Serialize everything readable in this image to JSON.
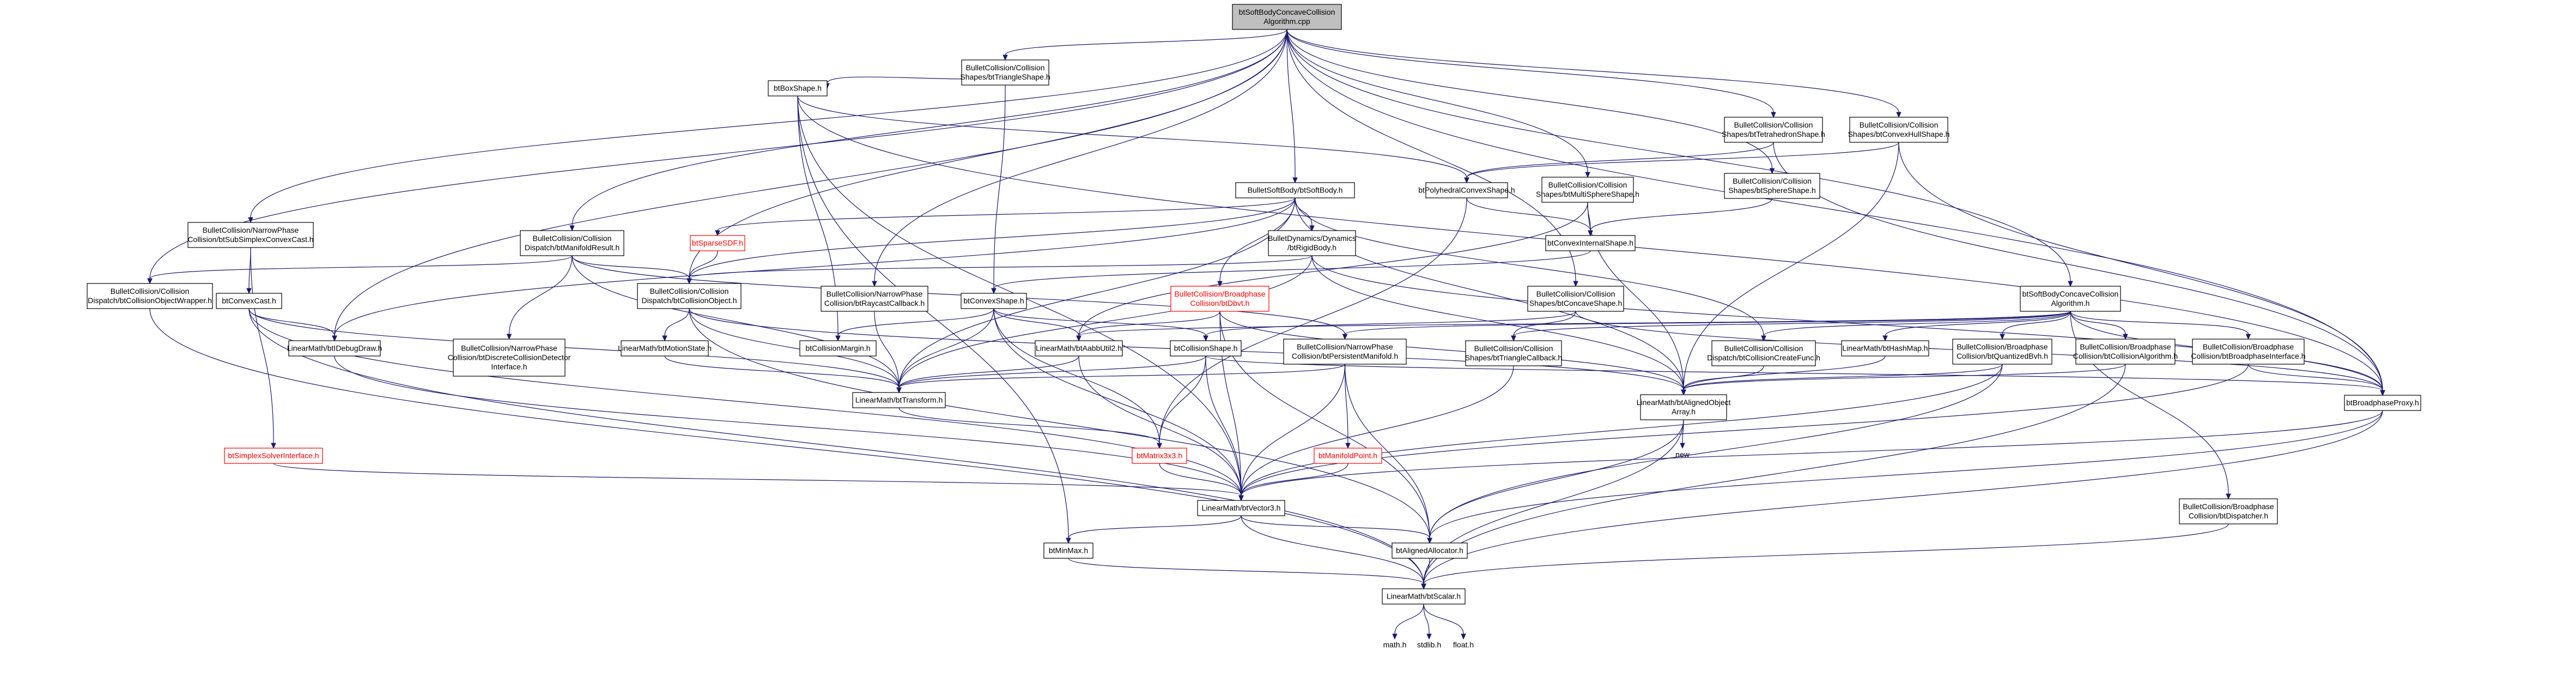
{
  "colors": {
    "edge": "#191970",
    "root_fill": "#bfbfbf",
    "missing_border": "#ff0000",
    "node_border": "#000000",
    "background": "#ffffff"
  },
  "nodes": [
    {
      "id": "root",
      "lines": [
        "btSoftBodyConcaveCollision",
        "Algorithm.cpp"
      ],
      "kind": "root"
    },
    {
      "id": "triShape",
      "lines": [
        "BulletCollision/Collision",
        "Shapes/btTriangleShape.h"
      ]
    },
    {
      "id": "boxShape",
      "lines": [
        "btBoxShape.h"
      ]
    },
    {
      "id": "softBody",
      "lines": [
        "BulletSoftBody/btSoftBody.h"
      ]
    },
    {
      "id": "polyConvex",
      "lines": [
        "btPolyhedralConvexShape.h"
      ]
    },
    {
      "id": "multiSphere",
      "lines": [
        "BulletCollision/Collision",
        "Shapes/btMultiSphereShape.h"
      ]
    },
    {
      "id": "tetra",
      "lines": [
        "BulletCollision/Collision",
        "Shapes/btTetrahedronShape.h"
      ]
    },
    {
      "id": "convexHull",
      "lines": [
        "BulletCollision/Collision",
        "Shapes/btConvexHullShape.h"
      ]
    },
    {
      "id": "sphereShape",
      "lines": [
        "BulletCollision/Collision",
        "Shapes/btSphereShape.h"
      ]
    },
    {
      "id": "subSimplex",
      "lines": [
        "BulletCollision/NarrowPhase",
        "Collision/btSubSimplexConvexCast.h"
      ]
    },
    {
      "id": "manifoldResult",
      "lines": [
        "BulletCollision/Collision",
        "Dispatch/btManifoldResult.h"
      ]
    },
    {
      "id": "sparseSDF",
      "lines": [
        "btSparseSDF.h"
      ],
      "kind": "missing"
    },
    {
      "id": "rigidBody",
      "lines": [
        "BulletDynamics/Dynamics",
        "/btRigidBody.h"
      ]
    },
    {
      "id": "convexInternal",
      "lines": [
        "btConvexInternalShape.h"
      ]
    },
    {
      "id": "objWrapper",
      "lines": [
        "BulletCollision/Collision",
        "Dispatch/btCollisionObjectWrapper.h"
      ]
    },
    {
      "id": "convexCast",
      "lines": [
        "btConvexCast.h"
      ]
    },
    {
      "id": "collisionObject",
      "lines": [
        "BulletCollision/Collision",
        "Dispatch/btCollisionObject.h"
      ]
    },
    {
      "id": "raycastCb",
      "lines": [
        "BulletCollision/NarrowPhase",
        "Collision/btRaycastCallback.h"
      ]
    },
    {
      "id": "convexShape",
      "lines": [
        "btConvexShape.h"
      ]
    },
    {
      "id": "dbvt",
      "lines": [
        "BulletCollision/Broadphase",
        "Collision/btDbvt.h"
      ],
      "kind": "missing"
    },
    {
      "id": "concaveShape",
      "lines": [
        "BulletCollision/Collision",
        "Shapes/btConcaveShape.h"
      ]
    },
    {
      "id": "softBodyAlgoH",
      "lines": [
        "btSoftBodyConcaveCollision",
        "Algorithm.h"
      ]
    },
    {
      "id": "debugDraw",
      "lines": [
        "LinearMath/btIDebugDraw.h"
      ]
    },
    {
      "id": "discreteDetector",
      "lines": [
        "BulletCollision/NarrowPhase",
        "Collision/btDiscreteCollisionDetector",
        "Interface.h"
      ]
    },
    {
      "id": "motionState",
      "lines": [
        "LinearMath/btMotionState.h"
      ]
    },
    {
      "id": "collisionMargin",
      "lines": [
        "btCollisionMargin.h"
      ]
    },
    {
      "id": "aabbUtil",
      "lines": [
        "LinearMath/btAabbUtil2.h"
      ]
    },
    {
      "id": "collisionShape",
      "lines": [
        "btCollisionShape.h"
      ]
    },
    {
      "id": "persistentManifold",
      "lines": [
        "BulletCollision/NarrowPhase",
        "Collision/btPersistentManifold.h"
      ]
    },
    {
      "id": "triCallback",
      "lines": [
        "BulletCollision/Collision",
        "Shapes/btTriangleCallback.h"
      ]
    },
    {
      "id": "createFunc",
      "lines": [
        "BulletCollision/Collision",
        "Dispatch/btCollisionCreateFunc.h"
      ]
    },
    {
      "id": "hashMap",
      "lines": [
        "LinearMath/btHashMap.h"
      ]
    },
    {
      "id": "quantizedBvh",
      "lines": [
        "BulletCollision/Broadphase",
        "Collision/btQuantizedBvh.h"
      ]
    },
    {
      "id": "collisionAlgo",
      "lines": [
        "BulletCollision/Broadphase",
        "Collision/btCollisionAlgorithm.h"
      ]
    },
    {
      "id": "broadphaseIface",
      "lines": [
        "BulletCollision/Broadphase",
        "Collision/btBroadphaseInterface.h"
      ]
    },
    {
      "id": "transform",
      "lines": [
        "LinearMath/btTransform.h"
      ]
    },
    {
      "id": "alignedObjArray",
      "lines": [
        "LinearMath/btAlignedObject",
        "Array.h"
      ]
    },
    {
      "id": "broadphaseProxy",
      "lines": [
        "btBroadphaseProxy.h"
      ]
    },
    {
      "id": "simplexSolver",
      "lines": [
        "btSimplexSolverInterface.h"
      ],
      "kind": "missing"
    },
    {
      "id": "matrix3x3",
      "lines": [
        "btMatrix3x3.h"
      ],
      "kind": "missing"
    },
    {
      "id": "manifoldPoint",
      "lines": [
        "btManifoldPoint.h"
      ],
      "kind": "missing"
    },
    {
      "id": "newH",
      "lines": [
        "new"
      ],
      "kind": "plain"
    },
    {
      "id": "vector3",
      "lines": [
        "LinearMath/btVector3.h"
      ]
    },
    {
      "id": "dispatcher",
      "lines": [
        "BulletCollision/Broadphase",
        "Collision/btDispatcher.h"
      ]
    },
    {
      "id": "minMax",
      "lines": [
        "btMinMax.h"
      ]
    },
    {
      "id": "alignedAlloc",
      "lines": [
        "btAlignedAllocator.h"
      ]
    },
    {
      "id": "scalar",
      "lines": [
        "LinearMath/btScalar.h"
      ]
    },
    {
      "id": "mathH",
      "lines": [
        "math.h"
      ],
      "kind": "plain"
    },
    {
      "id": "stdlibH",
      "lines": [
        "stdlib.h"
      ],
      "kind": "plain"
    },
    {
      "id": "floatH",
      "lines": [
        "float.h"
      ],
      "kind": "plain"
    }
  ],
  "edges": [
    [
      "root",
      "triShape"
    ],
    [
      "root",
      "softBody"
    ],
    [
      "root",
      "multiSphere"
    ],
    [
      "root",
      "tetra"
    ],
    [
      "root",
      "convexHull"
    ],
    [
      "root",
      "sphereShape"
    ],
    [
      "root",
      "subSimplex"
    ],
    [
      "root",
      "manifoldResult"
    ],
    [
      "root",
      "objWrapper"
    ],
    [
      "root",
      "collisionObject"
    ],
    [
      "root",
      "raycastCb"
    ],
    [
      "root",
      "concaveShape"
    ],
    [
      "root",
      "softBodyAlgoH"
    ],
    [
      "root",
      "debugDraw"
    ],
    [
      "root",
      "broadphaseProxy"
    ],
    [
      "triShape",
      "boxShape"
    ],
    [
      "triShape",
      "convexShape"
    ],
    [
      "boxShape",
      "polyConvex"
    ],
    [
      "boxShape",
      "collisionMargin"
    ],
    [
      "boxShape",
      "vector3"
    ],
    [
      "boxShape",
      "minMax"
    ],
    [
      "boxShape",
      "broadphaseProxy"
    ],
    [
      "softBody",
      "sparseSDF"
    ],
    [
      "softBody",
      "rigidBody"
    ],
    [
      "softBody",
      "dbvt"
    ],
    [
      "softBody",
      "debugDraw"
    ],
    [
      "softBody",
      "transform"
    ],
    [
      "softBody",
      "alignedObjArray"
    ],
    [
      "softBody",
      "createFunc"
    ],
    [
      "softBody",
      "collisionObject"
    ],
    [
      "polyConvex",
      "convexInternal"
    ],
    [
      "polyConvex",
      "matrix3x3"
    ],
    [
      "multiSphere",
      "convexInternal"
    ],
    [
      "multiSphere",
      "aabbUtil"
    ],
    [
      "multiSphere",
      "alignedObjArray"
    ],
    [
      "tetra",
      "polyConvex"
    ],
    [
      "tetra",
      "broadphaseProxy"
    ],
    [
      "convexHull",
      "polyConvex"
    ],
    [
      "convexHull",
      "alignedObjArray"
    ],
    [
      "convexHull",
      "broadphaseProxy"
    ],
    [
      "sphereShape",
      "convexInternal"
    ],
    [
      "subSimplex",
      "convexCast"
    ],
    [
      "subSimplex",
      "simplexSolver"
    ],
    [
      "manifoldResult",
      "collisionObject"
    ],
    [
      "manifoldResult",
      "discreteDetector"
    ],
    [
      "manifoldResult",
      "persistentManifold"
    ],
    [
      "manifoldResult",
      "objWrapper"
    ],
    [
      "manifoldResult",
      "transform"
    ],
    [
      "sparseSDF",
      "collisionObject"
    ],
    [
      "rigidBody",
      "collisionObject"
    ],
    [
      "rigidBody",
      "alignedObjArray"
    ],
    [
      "rigidBody",
      "transform"
    ],
    [
      "rigidBody",
      "broadphaseProxy"
    ],
    [
      "convexInternal",
      "convexShape"
    ],
    [
      "objWrapper",
      "scalar"
    ],
    [
      "convexCast",
      "transform"
    ],
    [
      "convexCast",
      "vector3"
    ],
    [
      "convexCast",
      "scalar"
    ],
    [
      "convexCast",
      "debugDraw"
    ],
    [
      "collisionObject",
      "motionState"
    ],
    [
      "collisionObject",
      "transform"
    ],
    [
      "collisionObject",
      "alignedAlloc"
    ],
    [
      "collisionObject",
      "alignedObjArray"
    ],
    [
      "raycastCb",
      "transform"
    ],
    [
      "convexShape",
      "collisionShape"
    ],
    [
      "convexShape",
      "collisionMargin"
    ],
    [
      "convexShape",
      "aabbUtil"
    ],
    [
      "convexShape",
      "transform"
    ],
    [
      "convexShape",
      "matrix3x3"
    ],
    [
      "convexShape",
      "vector3"
    ],
    [
      "dbvt",
      "aabbUtil"
    ],
    [
      "dbvt",
      "vector3"
    ],
    [
      "dbvt",
      "alignedAlloc"
    ],
    [
      "dbvt",
      "alignedObjArray"
    ],
    [
      "concaveShape",
      "collisionShape"
    ],
    [
      "concaveShape",
      "triCallback"
    ],
    [
      "concaveShape",
      "broadphaseProxy"
    ],
    [
      "softBodyAlgoH",
      "collisionAlgo"
    ],
    [
      "softBodyAlgoH",
      "broadphaseIface"
    ],
    [
      "softBodyAlgoH",
      "createFunc"
    ],
    [
      "softBodyAlgoH",
      "hashMap"
    ],
    [
      "softBodyAlgoH",
      "quantizedBvh"
    ],
    [
      "softBodyAlgoH",
      "dispatcher"
    ],
    [
      "softBodyAlgoH",
      "persistentManifold"
    ],
    [
      "softBodyAlgoH",
      "aabbUtil"
    ],
    [
      "softBodyAlgoH",
      "triCallback"
    ],
    [
      "softBodyAlgoH",
      "broadphaseProxy"
    ],
    [
      "debugDraw",
      "vector3"
    ],
    [
      "motionState",
      "transform"
    ],
    [
      "aabbUtil",
      "transform"
    ],
    [
      "aabbUtil",
      "vector3"
    ],
    [
      "collisionShape",
      "transform"
    ],
    [
      "collisionShape",
      "vector3"
    ],
    [
      "collisionShape",
      "matrix3x3"
    ],
    [
      "collisionShape",
      "broadphaseProxy"
    ],
    [
      "persistentManifold",
      "manifoldPoint"
    ],
    [
      "persistentManifold",
      "vector3"
    ],
    [
      "persistentManifold",
      "alignedAlloc"
    ],
    [
      "persistentManifold",
      "transform"
    ],
    [
      "triCallback",
      "vector3"
    ],
    [
      "createFunc",
      "alignedObjArray"
    ],
    [
      "hashMap",
      "alignedObjArray"
    ],
    [
      "quantizedBvh",
      "vector3"
    ],
    [
      "quantizedBvh",
      "alignedAlloc"
    ],
    [
      "quantizedBvh",
      "alignedObjArray"
    ],
    [
      "collisionAlgo",
      "alignedObjArray"
    ],
    [
      "collisionAlgo",
      "scalar"
    ],
    [
      "broadphaseIface",
      "broadphaseProxy"
    ],
    [
      "broadphaseIface",
      "vector3"
    ],
    [
      "transform",
      "matrix3x3"
    ],
    [
      "alignedObjArray",
      "newH"
    ],
    [
      "alignedObjArray",
      "alignedAlloc"
    ],
    [
      "alignedObjArray",
      "scalar"
    ],
    [
      "broadphaseProxy",
      "vector3"
    ],
    [
      "broadphaseProxy",
      "alignedAlloc"
    ],
    [
      "broadphaseProxy",
      "scalar"
    ],
    [
      "simplexSolver",
      "vector3"
    ],
    [
      "matrix3x3",
      "vector3"
    ],
    [
      "manifoldPoint",
      "vector3"
    ],
    [
      "vector3",
      "minMax"
    ],
    [
      "vector3",
      "alignedAlloc"
    ],
    [
      "vector3",
      "scalar"
    ],
    [
      "dispatcher",
      "scalar"
    ],
    [
      "minMax",
      "scalar"
    ],
    [
      "alignedAlloc",
      "scalar"
    ],
    [
      "scalar",
      "mathH"
    ],
    [
      "scalar",
      "stdlibH"
    ],
    [
      "scalar",
      "floatH"
    ]
  ]
}
